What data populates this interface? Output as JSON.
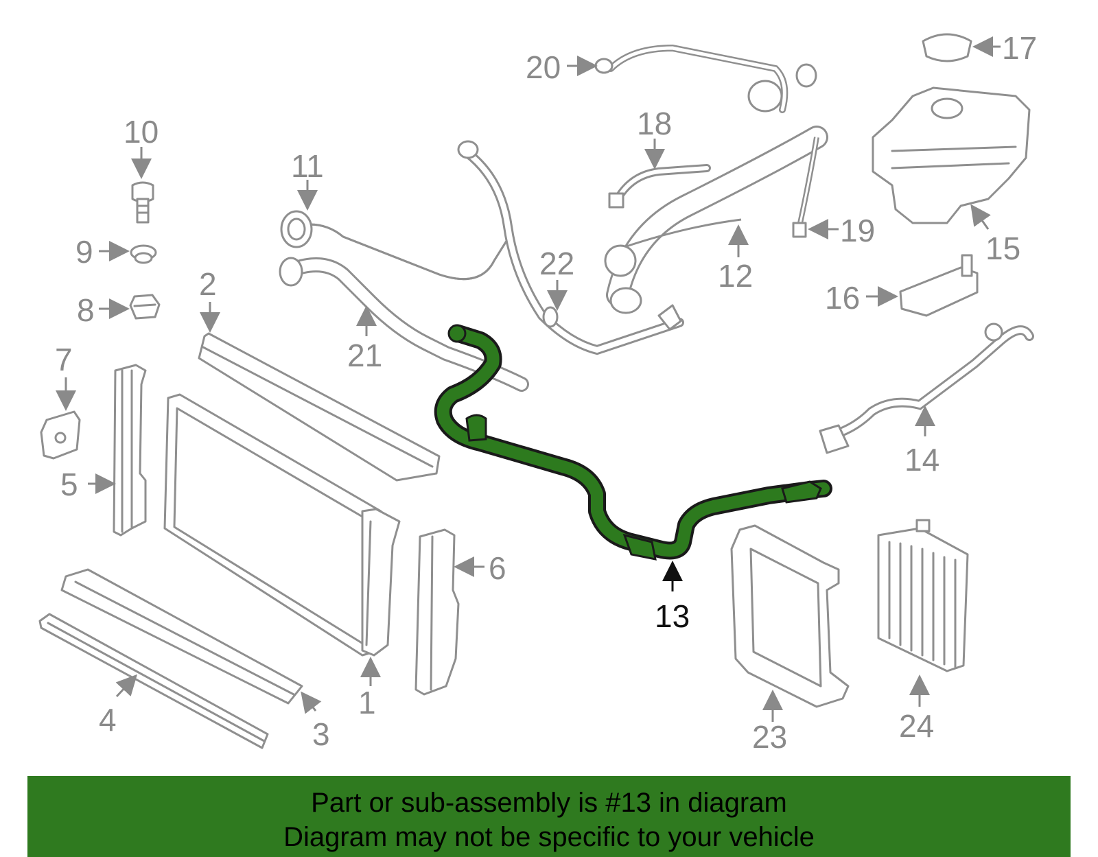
{
  "highlight_color": "#2f7a1f",
  "callouts": [
    {
      "id": "1",
      "text": "1"
    },
    {
      "id": "2",
      "text": "2"
    },
    {
      "id": "3",
      "text": "3"
    },
    {
      "id": "4",
      "text": "4"
    },
    {
      "id": "5",
      "text": "5"
    },
    {
      "id": "6",
      "text": "6"
    },
    {
      "id": "7",
      "text": "7"
    },
    {
      "id": "8",
      "text": "8"
    },
    {
      "id": "9",
      "text": "9"
    },
    {
      "id": "10",
      "text": "10"
    },
    {
      "id": "11",
      "text": "11"
    },
    {
      "id": "12",
      "text": "12"
    },
    {
      "id": "13",
      "text": "13",
      "highlighted": true
    },
    {
      "id": "14",
      "text": "14"
    },
    {
      "id": "15",
      "text": "15"
    },
    {
      "id": "16",
      "text": "16"
    },
    {
      "id": "17",
      "text": "17"
    },
    {
      "id": "18",
      "text": "18"
    },
    {
      "id": "19",
      "text": "19"
    },
    {
      "id": "20",
      "text": "20"
    },
    {
      "id": "21",
      "text": "21"
    },
    {
      "id": "22",
      "text": "22"
    },
    {
      "id": "23",
      "text": "23"
    },
    {
      "id": "24",
      "text": "24"
    }
  ],
  "banner": {
    "line1": "Part or sub-assembly is #13 in diagram",
    "line2": "Diagram may not be specific to your vehicle"
  }
}
